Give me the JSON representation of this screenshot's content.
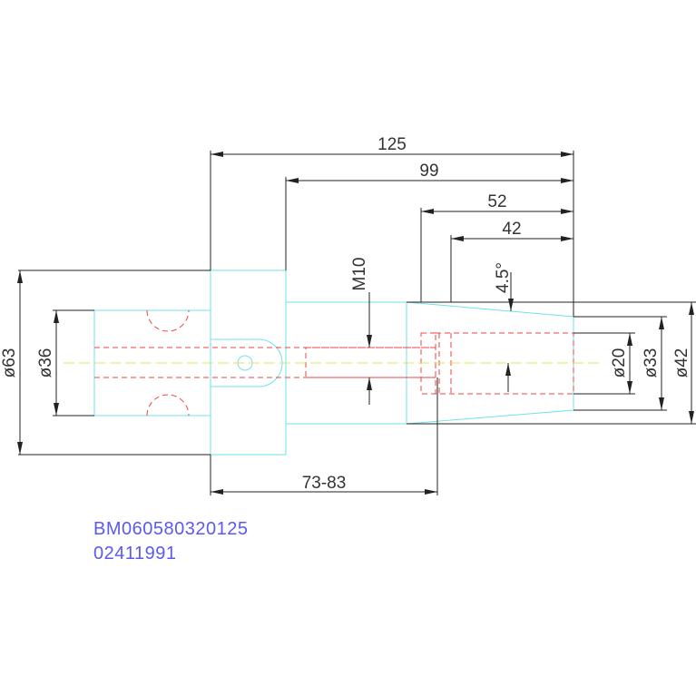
{
  "dimensions": {
    "overall_length": "125",
    "length_99": "99",
    "length_52": "52",
    "length_42": "42",
    "taper_angle": "4.5°",
    "thread": "M10",
    "dia_63": "ø63",
    "dia_36": "ø36",
    "dia_20": "ø20",
    "dia_33": "ø33",
    "dia_42": "ø42",
    "range_73_83": "73-83"
  },
  "part_code": {
    "line1": "BM060580320125",
    "line2": "02411991"
  },
  "colors": {
    "outline": "#6fe3ec",
    "hidden": "#ee4444",
    "centerline": "#e6e060",
    "dimension": "#222222",
    "code_text": "#5a5af0"
  }
}
